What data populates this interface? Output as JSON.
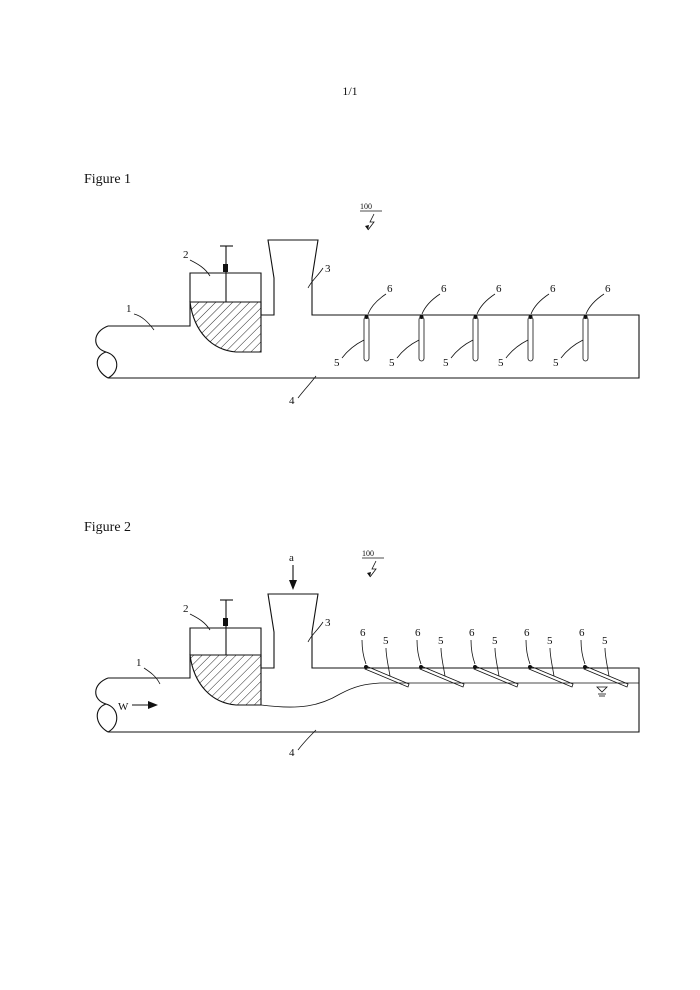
{
  "page": {
    "number": "1/1"
  },
  "figures": [
    {
      "caption": "Figure 1",
      "assembly_ref": "100",
      "labels": {
        "feed_pipe": "1",
        "valve": "2",
        "hopper": "3",
        "channel": "4",
        "baffle": "5",
        "hinge": "6"
      },
      "baffle_count": 5
    },
    {
      "caption": "Figure 2",
      "assembly_ref": "100",
      "labels": {
        "feed_pipe": "1",
        "valve": "2",
        "hopper": "3",
        "channel": "4",
        "baffle": "5",
        "hinge": "6",
        "feed_arrow": "a",
        "flow": "W"
      },
      "baffle_count": 5
    }
  ]
}
